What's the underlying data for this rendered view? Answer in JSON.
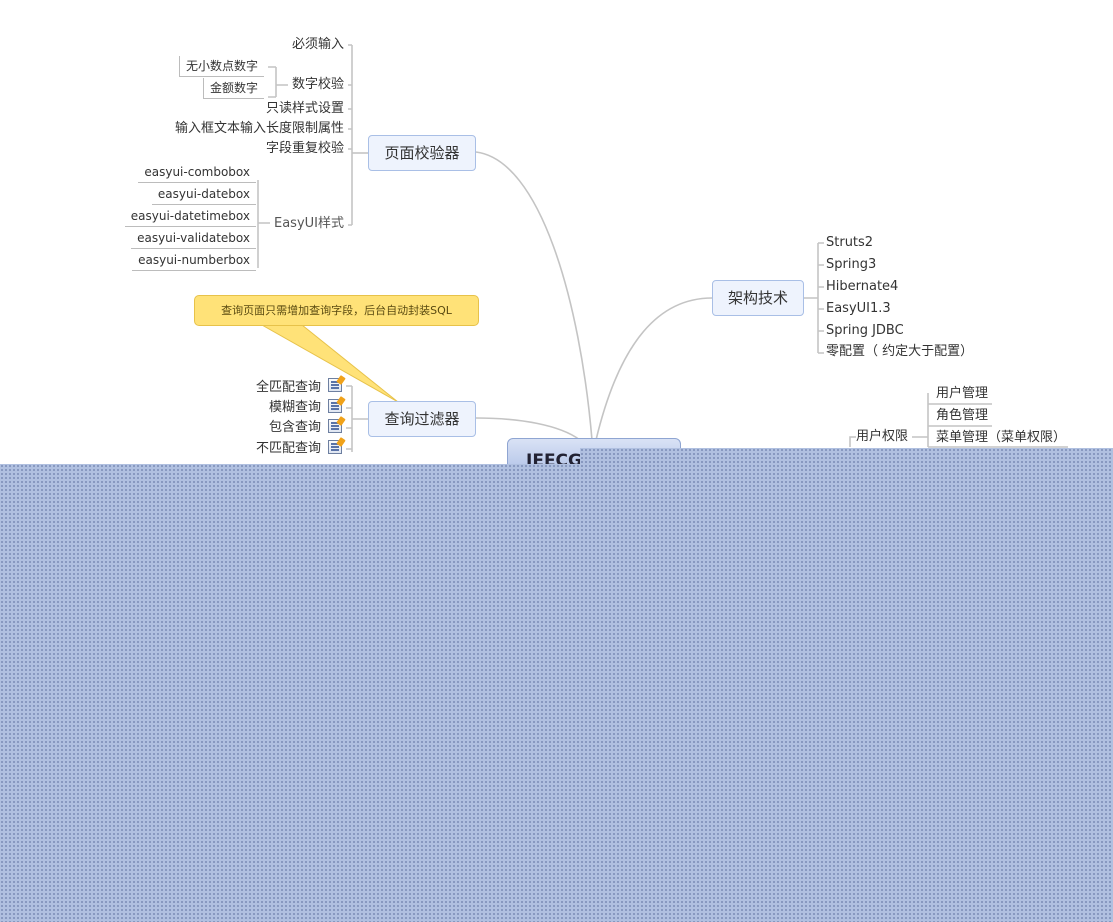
{
  "central": {
    "label": "JEECG"
  },
  "branches": {
    "page_validator": {
      "label": "页面校验器",
      "items": [
        "必须输入",
        "数字校验",
        "只读样式设置",
        "输入框文本输入长度限制属性",
        "字段重复校验",
        "EasyUI样式"
      ],
      "number_validation_children": [
        "无小数点数字",
        "金额数字"
      ],
      "easyui_children": [
        "easyui-combobox",
        "easyui-datebox",
        "easyui-datetimebox",
        "easyui-validatebox",
        "easyui-numberbox"
      ]
    },
    "query_filter": {
      "label": "查询过滤器",
      "note": "查询页面只需增加查询字段，后台自动封装SQL",
      "items": [
        "全匹配查询",
        "模糊查询",
        "包含查询",
        "不匹配查询"
      ]
    },
    "architecture": {
      "label": "架构技术",
      "items": [
        "Struts2",
        "Spring3",
        "Hibernate4",
        "EasyUI1.3",
        "Spring JDBC",
        "零配置（ 约定大于配置）"
      ]
    },
    "user_permission": {
      "label": "用户权限",
      "items": [
        "用户管理",
        "角色管理",
        "菜单管理（菜单权限）"
      ]
    }
  },
  "colors": {
    "topic_fill": "#eef3fd",
    "topic_border": "#a9bfe6",
    "callout": "#ffe278",
    "overlay": "#b0c0e0",
    "line": "#c4c4c4"
  }
}
